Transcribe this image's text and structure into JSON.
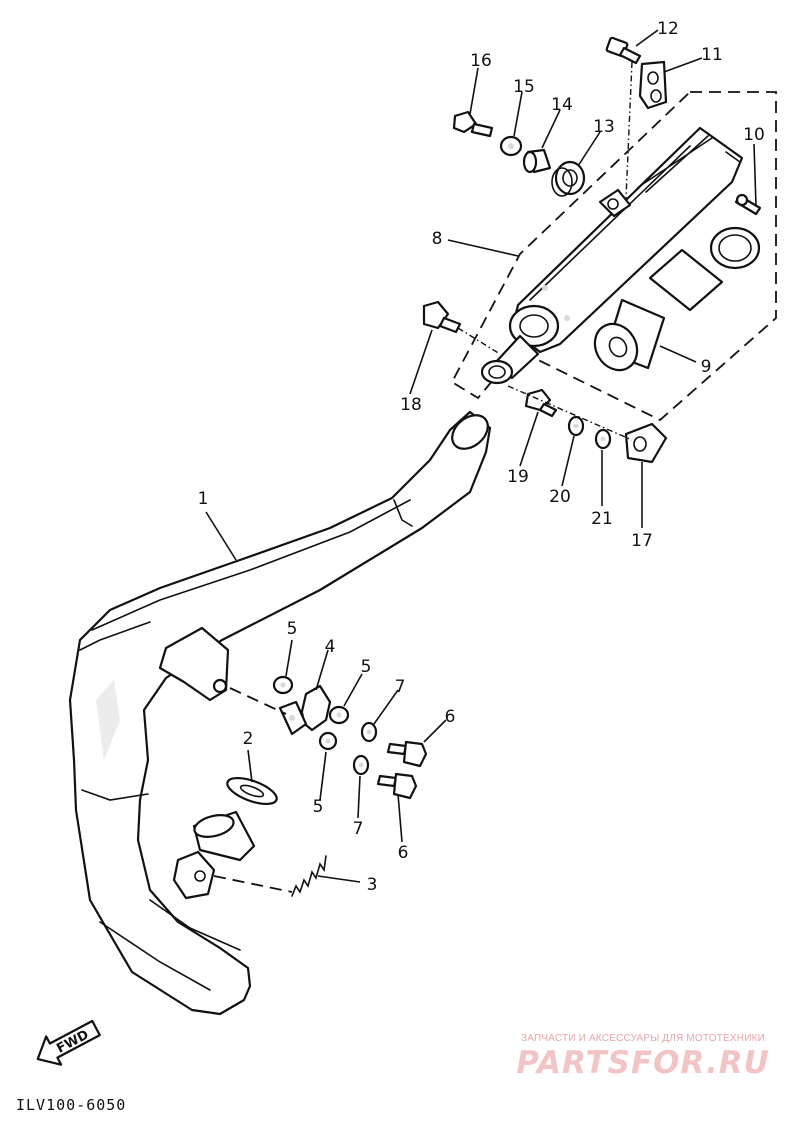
{
  "callouts": {
    "c1": "1",
    "c2": "2",
    "c3": "3",
    "c4": "4",
    "c5a": "5",
    "c5b": "5",
    "c5c": "5",
    "c6a": "6",
    "c6b": "6",
    "c7a": "7",
    "c7b": "7",
    "c8": "8",
    "c9": "9",
    "c10": "10",
    "c11": "11",
    "c12": "12",
    "c13": "13",
    "c14": "14",
    "c15": "15",
    "c16": "16",
    "c17": "17",
    "c18": "18",
    "c19": "19",
    "c20": "20",
    "c21": "21"
  },
  "fwd_label": "FWD",
  "drawing_code": "ILV100-6050",
  "watermark": {
    "tagline": "ЗАПЧАСТИ И АКСЕССУАРЫ ДЛЯ МОТОТЕХНИКИ",
    "logo": "PARTSFOR.RU",
    "color": "#e8a5a5"
  }
}
